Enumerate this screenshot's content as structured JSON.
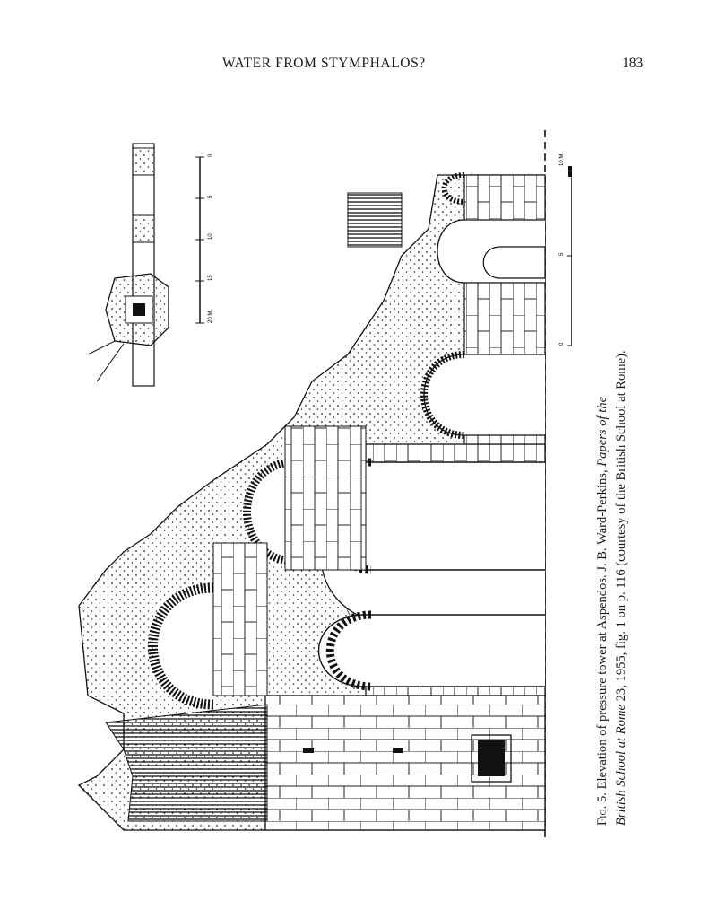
{
  "header": {
    "running_title": "WATER FROM STYMPHALOS?",
    "page_number": "183"
  },
  "figure": {
    "image_label": "Elevation drawing of the pressure tower at Aspendos with inset ground plan and scale bars",
    "inset_scale_ticks": [
      "0",
      "5",
      "10",
      "15",
      "20 M."
    ],
    "main_scale_ticks": [
      "0",
      "5",
      "10 M."
    ]
  },
  "caption": {
    "fig_label": "Fig. 5.",
    "line1_text": " Elevation of pressure tower at Aspendos. J. B. Ward-Perkins, ",
    "line1_italic": "Papers of the",
    "line2_italic": "British School at Rome",
    "line2_text": " 23, 1955, fig. 1 on p. 116 (courtesy of the British School at Rome)."
  }
}
